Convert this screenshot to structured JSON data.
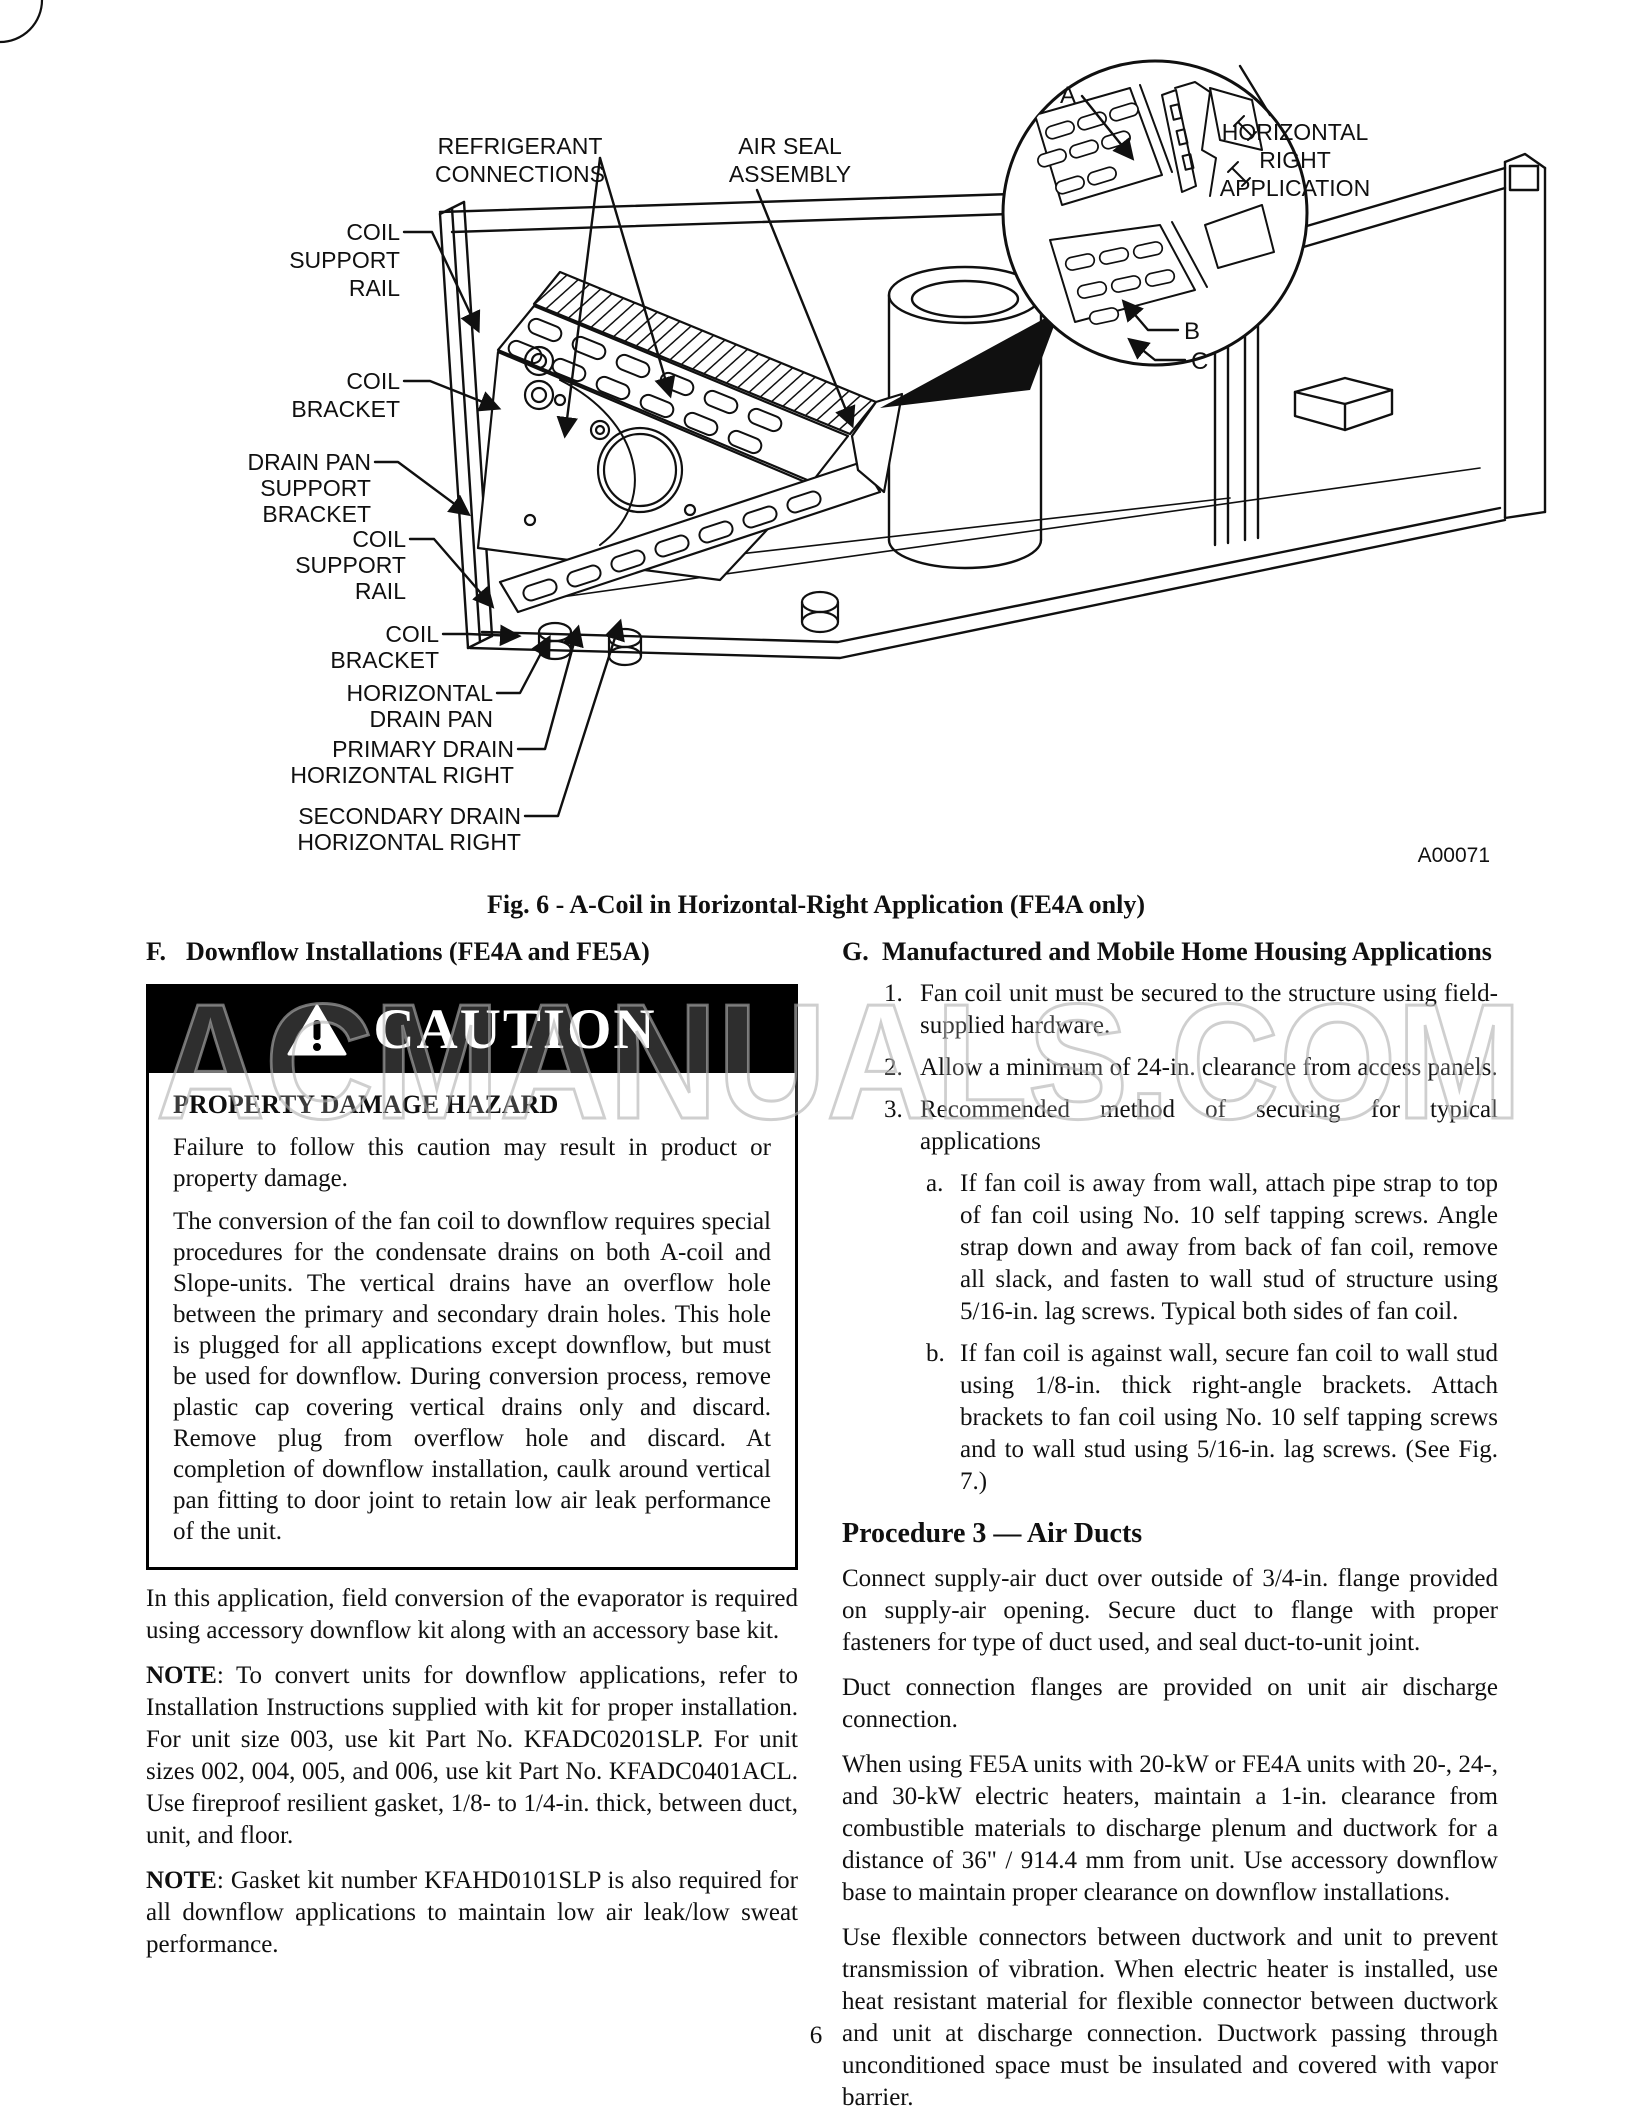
{
  "figure": {
    "code": "A00071",
    "caption": "Fig. 6 -  A-Coil in Horizontal-Right Application (FE4A only)",
    "inset_title": [
      "HORIZONTAL",
      "RIGHT",
      "APPLICATION"
    ],
    "callouts": {
      "a": "A",
      "b": "B",
      "c": "C"
    },
    "labels": {
      "refrigerant": [
        "REFRIGERANT",
        "CONNECTIONS"
      ],
      "air_seal": [
        "AIR SEAL",
        "ASSEMBLY"
      ],
      "coil_support_rail_top": [
        "COIL",
        "SUPPORT",
        "RAIL"
      ],
      "coil_bracket_top": [
        "COIL",
        "BRACKET"
      ],
      "drain_pan_support_bracket": [
        "DRAIN PAN",
        "SUPPORT",
        "BRACKET"
      ],
      "coil_support_rail_bottom": [
        "COIL",
        "SUPPORT",
        "RAIL"
      ],
      "coil_bracket_bottom": [
        "COIL",
        "BRACKET"
      ],
      "horizontal_drain_pan": [
        "HORIZONTAL",
        "DRAIN PAN"
      ],
      "primary_drain": [
        "PRIMARY DRAIN",
        "HORIZONTAL RIGHT"
      ],
      "secondary_drain": [
        "SECONDARY DRAIN",
        "HORIZONTAL RIGHT"
      ]
    }
  },
  "left_column": {
    "section_label": "F.",
    "section_title": "Downflow Installations (FE4A and FE5A)",
    "caution": {
      "title": "CAUTION",
      "heading": "PROPERTY DAMAGE HAZARD",
      "para1": "Failure to follow this caution may result in product or property damage.",
      "para2": "The conversion of the fan coil to downflow requires special procedures for the condensate drains on both A-coil and Slope-units. The vertical drains have an overflow hole between the primary and secondary drain holes. This hole is plugged for all applications except downflow, but must be used for downflow. During conversion process, remove plastic cap covering vertical drains only and discard. Remove plug from overflow hole and discard. At completion of downflow installation, caulk around vertical pan fitting to door joint to retain low air leak performance of the unit."
    },
    "para1": "In this application, field conversion of the evaporator is required using accessory downflow kit along with an accessory base kit.",
    "note1_label": "NOTE",
    "note1_text": ":  To convert units for downflow applications, refer to Installation Instructions supplied with kit for proper installation. For unit size 003, use kit Part No. KFADC0201SLP. For unit sizes 002, 004, 005, and 006, use kit Part No. KFADC0401ACL. Use fireproof resilient gasket, 1/8- to 1/4-in. thick, between duct, unit, and floor.",
    "note2_label": "NOTE",
    "note2_text": ":  Gasket kit number KFAHD0101SLP is also required for all downflow applications to maintain low air leak/low sweat performance."
  },
  "right_column": {
    "section_label": "G.",
    "section_title": "Manufactured and Mobile Home Housing Applications",
    "items": [
      {
        "num": "1.",
        "text": "Fan coil unit must be secured to the structure using field-supplied hardware."
      },
      {
        "num": "2.",
        "text": "Allow a minimum of 24-in. clearance from access panels."
      },
      {
        "num": "3.",
        "text": "Recommended method of securing for typical applications"
      }
    ],
    "subitems": [
      {
        "num": "a.",
        "text": "If fan coil is away from wall, attach pipe strap to top of fan coil using No. 10 self tapping screws. Angle strap down and away from back of fan coil, remove all slack, and fasten to wall stud of structure using 5/16-in. lag screws. Typical both sides of fan coil."
      },
      {
        "num": "b.",
        "text": "If fan coil is against wall, secure fan coil to wall stud using 1/8-in. thick right-angle brackets. Attach brackets to fan coil using No. 10 self tapping screws and to wall stud using 5/16-in. lag screws. (See Fig. 7.)"
      }
    ],
    "procedure_heading": "Procedure 3 — Air Ducts",
    "para1": "Connect supply-air duct over outside of 3/4-in. flange provided on supply-air opening. Secure duct to flange with proper fasteners for type of duct used, and seal duct-to-unit joint.",
    "para2": "Duct connection flanges are provided on unit air discharge connection.",
    "para3": "When using FE5A units with 20-kW or FE4A units with 20-, 24-, and 30-kW electric heaters, maintain a 1-in. clearance from combustible materials to discharge plenum and ductwork for a distance of 36\" / 914.4 mm from unit. Use accessory downflow base to maintain proper clearance on downflow installations.",
    "para4": "Use flexible connectors between ductwork and unit to prevent transmission of vibration. When electric heater is installed, use heat resistant material for flexible connector between ductwork and unit at discharge connection. Ductwork passing through unconditioned space must be insulated and covered with vapor barrier."
  },
  "page_number": "6",
  "watermark": "ACMANUALS.COM"
}
